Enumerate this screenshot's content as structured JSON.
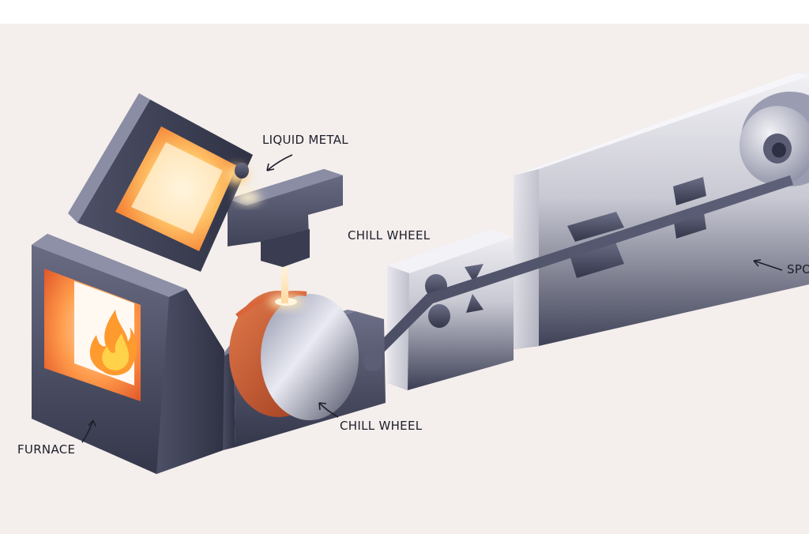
{
  "labels": {
    "liquid_metal": "LIQUID METAL",
    "chill_wheel_top": "CHILL WHEEL",
    "chill_wheel_bottom": "CHILL WHEEL",
    "furnace": "FURNACE",
    "spool": "SPO"
  },
  "icons": {
    "flame": "flame-icon"
  },
  "colors": {
    "background": "#f4eeec",
    "machine_dark": "#3f4257",
    "machine_mid": "#6a6d85",
    "machine_light": "#e8e7ed",
    "molten": "#ff8a2a",
    "molten_hot": "#fff3d6",
    "copper_rim": "#c9552c"
  }
}
